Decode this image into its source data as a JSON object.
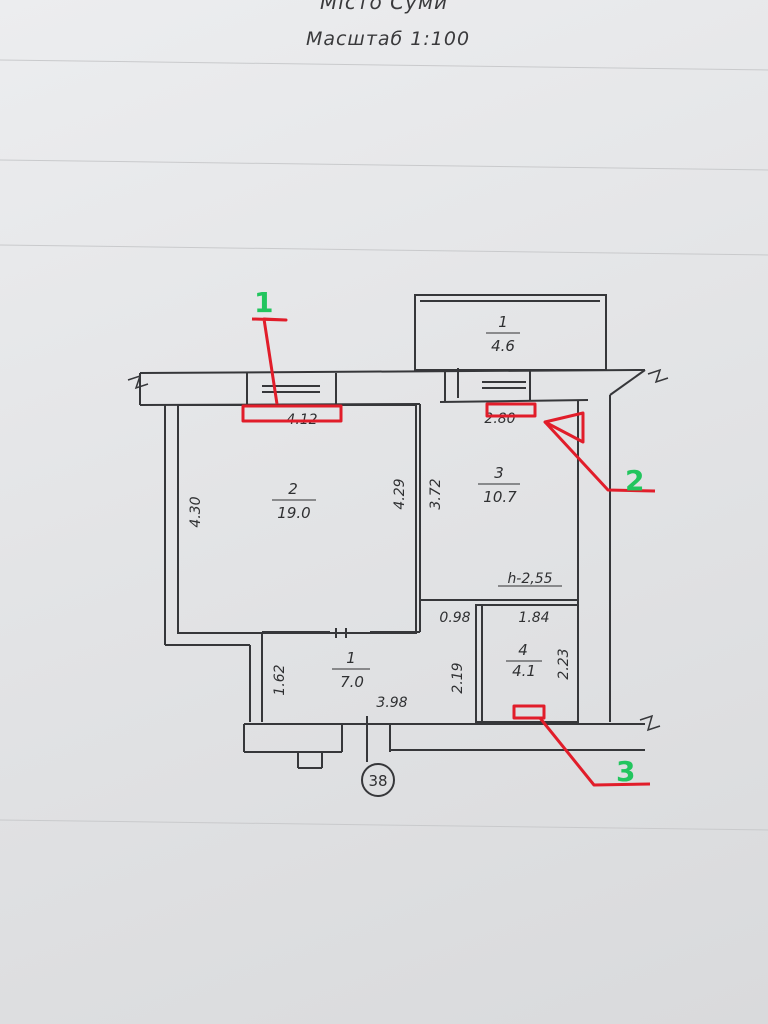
{
  "header": {
    "title": "Місто Суми",
    "scale": "Масштаб 1:100"
  },
  "rooms": [
    {
      "id": "balcony",
      "number": "1",
      "area": "4.6"
    },
    {
      "id": "living",
      "number": "2",
      "area": "19.0"
    },
    {
      "id": "kitchen",
      "number": "3",
      "area": "10.7"
    },
    {
      "id": "hall",
      "number": "1",
      "area": "7.0"
    },
    {
      "id": "bath",
      "number": "4",
      "area": "4.1"
    }
  ],
  "dimensions": {
    "living_width": "4.12",
    "living_left_height": "4.30",
    "living_right_height": "4.29",
    "kitchen_width": "2.80",
    "kitchen_height": "3.72",
    "ceiling_height": "h-2,55",
    "corridor_width": "0.98",
    "bath_width": "1.84",
    "bath_height": "2.23",
    "hall_height_left": "1.62",
    "hall_width": "3.98",
    "hall_opening": "2.19"
  },
  "apartment_number": "38",
  "annotations": {
    "marker_1": "1",
    "marker_2": "2",
    "marker_3": "3",
    "color": "#22c55e",
    "highlight_color": "#e11d2a"
  }
}
